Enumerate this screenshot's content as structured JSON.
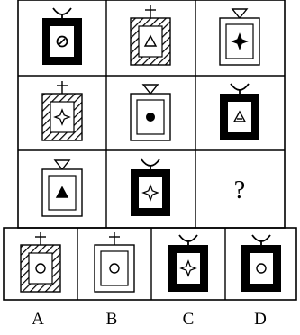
{
  "grid": {
    "cells": [
      {
        "frame": "black",
        "top": "cup",
        "inner": "slash-circle"
      },
      {
        "frame": "hatched",
        "top": "cross",
        "inner": "triangle-outline"
      },
      {
        "frame": "double",
        "top": "triangle-down",
        "inner": "star4-black"
      },
      {
        "frame": "hatched",
        "top": "cross",
        "inner": "star4-outline"
      },
      {
        "frame": "double",
        "top": "triangle-down",
        "inner": "circle-black"
      },
      {
        "frame": "black",
        "top": "cup",
        "inner": "triangle-stripe"
      },
      {
        "frame": "double",
        "top": "triangle-down",
        "inner": "triangle-black"
      },
      {
        "frame": "black",
        "top": "cup",
        "inner": "star4-outline"
      },
      {
        "missing": true,
        "text": "?"
      }
    ]
  },
  "options": [
    {
      "label": "A",
      "frame": "hatched",
      "top": "cross",
      "inner": "circle-outline"
    },
    {
      "label": "B",
      "frame": "double",
      "top": "cross",
      "inner": "circle-outline"
    },
    {
      "label": "C",
      "frame": "black",
      "top": "cup",
      "inner": "star4-outline"
    },
    {
      "label": "D",
      "frame": "black",
      "top": "cup",
      "inner": "circle-outline"
    }
  ]
}
